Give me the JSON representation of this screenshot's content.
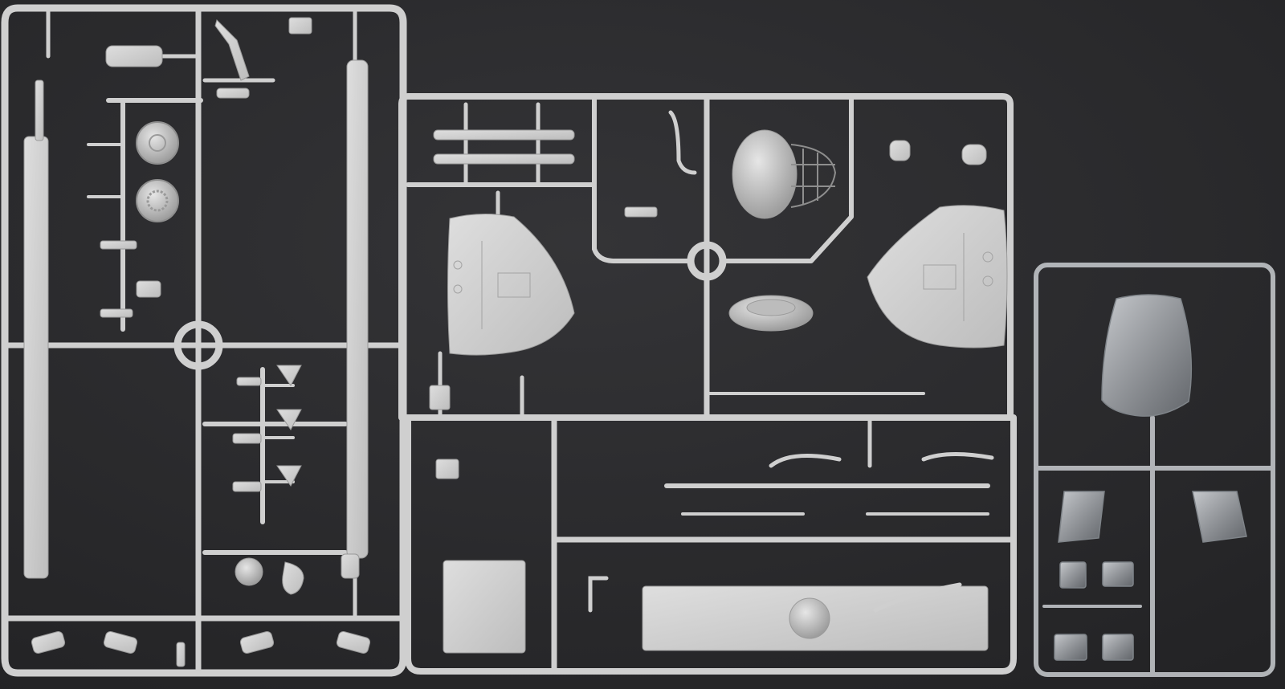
{
  "image": {
    "colors": {
      "background": "#262628",
      "background_highlight": "#343437",
      "plastic": "#d2d2d2",
      "plastic_shade": "#a9a9a9",
      "plastic_dark": "#8e8e8e",
      "clear_plastic": "#c9ccd0",
      "clear_shade": "#7f8489"
    },
    "sprues": [
      {
        "id": "left",
        "material": "grey-plastic"
      },
      {
        "id": "middle",
        "material": "grey-plastic"
      },
      {
        "id": "right",
        "material": "clear-plastic"
      }
    ]
  }
}
